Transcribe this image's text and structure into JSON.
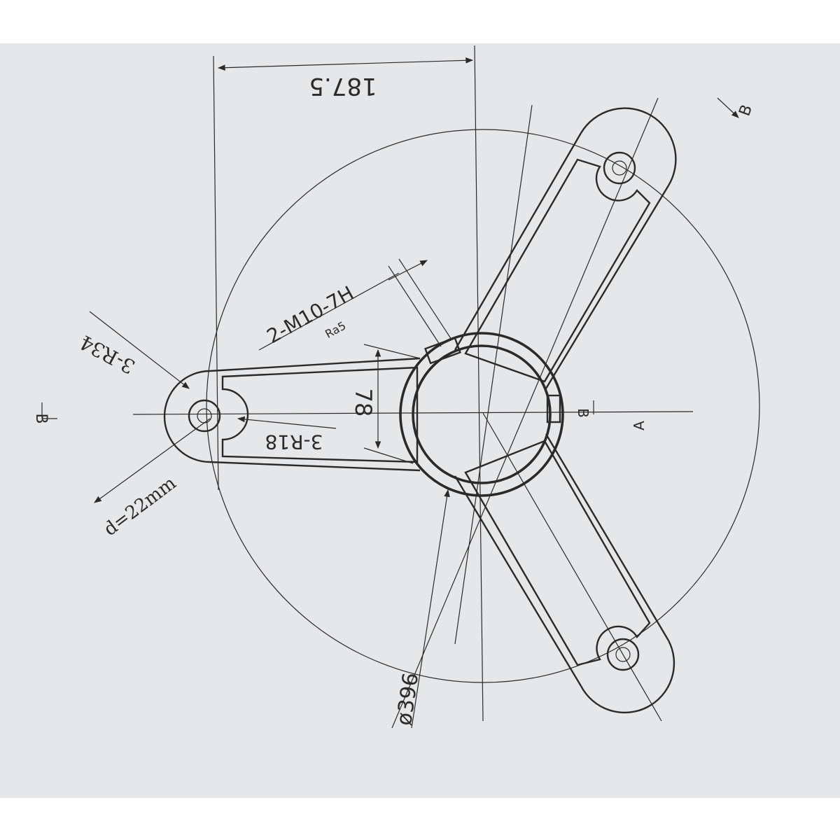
{
  "labels": {
    "dim_radius_line": "187.5",
    "dim_height": "78",
    "diameter": "ø396",
    "thread_callout": "2-M10-7H",
    "thread_sub": "Ra5",
    "outer_radius": "3-R34",
    "inner_radius": "3-R18",
    "hole_diameter": "d=22mm",
    "section_left": "B",
    "section_top_right": "B",
    "section_mid": "B",
    "view_marker": "A"
  },
  "colors": {
    "paper": "#e6e7e9",
    "ink": "#2a2a2a"
  }
}
